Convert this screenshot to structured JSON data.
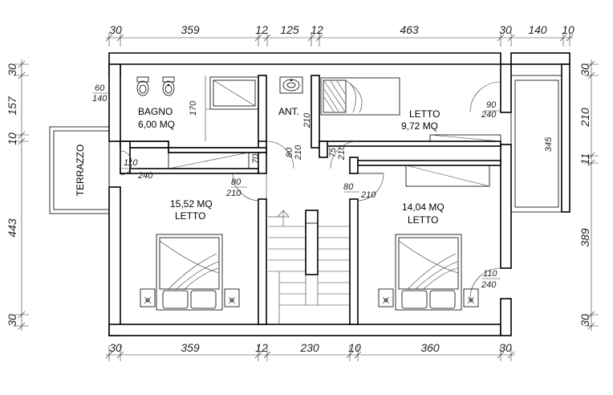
{
  "top_dims": [
    "30",
    "359",
    "12",
    "125",
    "12",
    "463",
    "30",
    "140",
    "10"
  ],
  "bottom_dims": [
    "30",
    "359",
    "12",
    "230",
    "10",
    "360",
    "30"
  ],
  "left_dims": [
    "30",
    "157",
    "10",
    "443",
    "30"
  ],
  "right_dims": [
    "30",
    "210",
    "11",
    "389",
    "30"
  ],
  "rooms": {
    "bagno": {
      "name": "BAGNO",
      "area": "6,00 MQ"
    },
    "ant": {
      "name": "ANT."
    },
    "letto1": {
      "name": "LETTO",
      "area": "9,72 MQ"
    },
    "letto2": {
      "name": "LETTO",
      "area": "15,52 MQ"
    },
    "letto3": {
      "name": "LETTO",
      "area": "14,04 MQ"
    },
    "terrazzo": {
      "name": "TERRAZZO"
    }
  },
  "openings": {
    "bagno_win": {
      "w": "60",
      "h": "140"
    },
    "bagno_height": "170",
    "terr_door": {
      "w": "110",
      "h": "240"
    },
    "hall_70": "70",
    "ant_door": {
      "w": "80",
      "h": "210"
    },
    "ant_210": "210",
    "letto1_door": {
      "w": "75",
      "h": "210"
    },
    "letto1_win": {
      "w": "90",
      "h": "240"
    },
    "letto2_door": {
      "w": "80",
      "h": "210"
    },
    "letto3_door": {
      "w": "80",
      "h": "210"
    },
    "letto3_win": {
      "w": "110",
      "h": "240"
    },
    "balcony_345": "345"
  }
}
